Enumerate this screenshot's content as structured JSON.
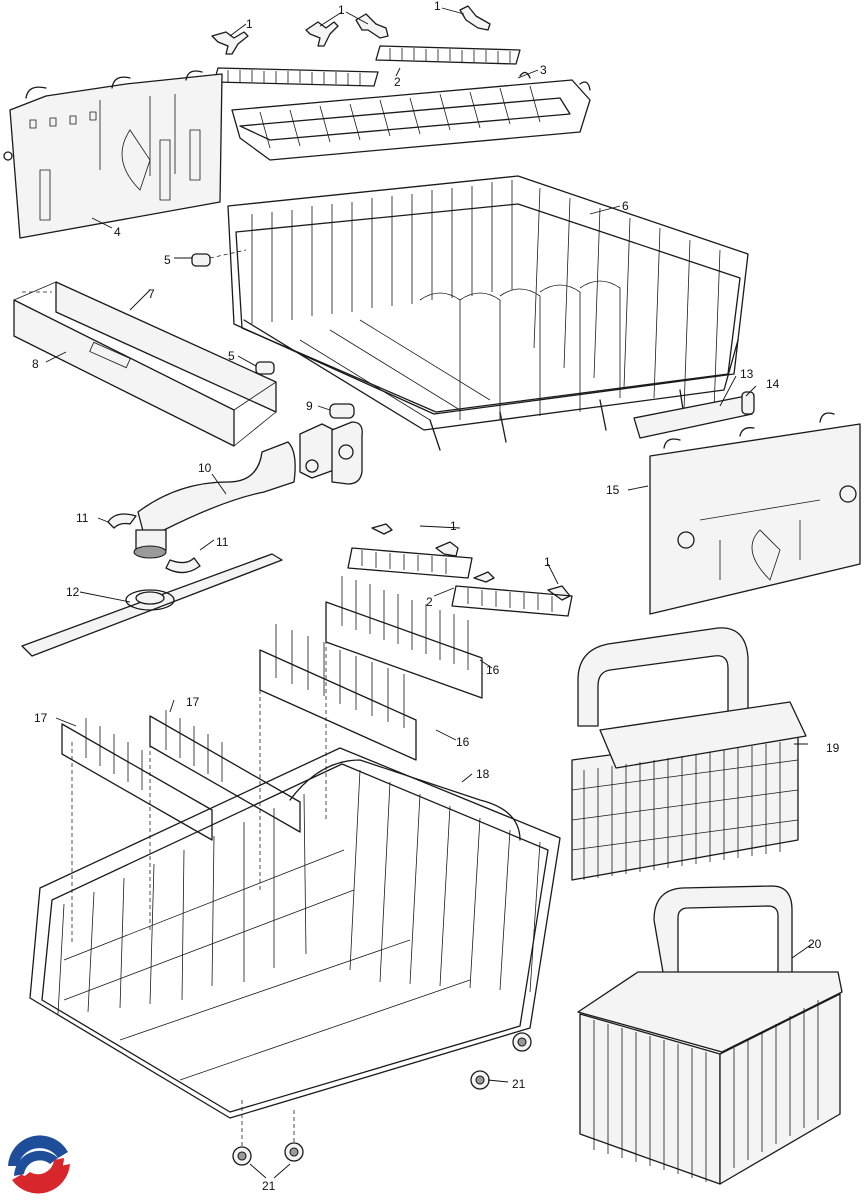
{
  "diagram": {
    "callouts": [
      {
        "id": "c1a",
        "text": "1"
      },
      {
        "id": "c1b",
        "text": "1"
      },
      {
        "id": "c1c",
        "text": "1"
      },
      {
        "id": "c2a",
        "text": "2"
      },
      {
        "id": "c3",
        "text": "3"
      },
      {
        "id": "c4",
        "text": "4"
      },
      {
        "id": "c5a",
        "text": "5"
      },
      {
        "id": "c5b",
        "text": "5"
      },
      {
        "id": "c6",
        "text": "6"
      },
      {
        "id": "c7",
        "text": "7"
      },
      {
        "id": "c8",
        "text": "8"
      },
      {
        "id": "c9",
        "text": "9"
      },
      {
        "id": "c10",
        "text": "10"
      },
      {
        "id": "c11a",
        "text": "11"
      },
      {
        "id": "c11b",
        "text": "11"
      },
      {
        "id": "c12",
        "text": "12"
      },
      {
        "id": "c13",
        "text": "13"
      },
      {
        "id": "c14",
        "text": "14"
      },
      {
        "id": "c15",
        "text": "15"
      },
      {
        "id": "c1d",
        "text": "1"
      },
      {
        "id": "c1e",
        "text": "1"
      },
      {
        "id": "c2b",
        "text": "2"
      },
      {
        "id": "c16a",
        "text": "16"
      },
      {
        "id": "c16b",
        "text": "16"
      },
      {
        "id": "c17a",
        "text": "17"
      },
      {
        "id": "c17b",
        "text": "17"
      },
      {
        "id": "c18",
        "text": "18"
      },
      {
        "id": "c19",
        "text": "19"
      },
      {
        "id": "c20",
        "text": "20"
      },
      {
        "id": "c21a",
        "text": "21"
      },
      {
        "id": "c21b",
        "text": "21"
      }
    ],
    "colors": {
      "line": "#1a1a1a",
      "logo_red": "#d7262c",
      "logo_blue": "#1e4d9a"
    },
    "logo": {
      "icon": "brand-logo-icon"
    }
  }
}
